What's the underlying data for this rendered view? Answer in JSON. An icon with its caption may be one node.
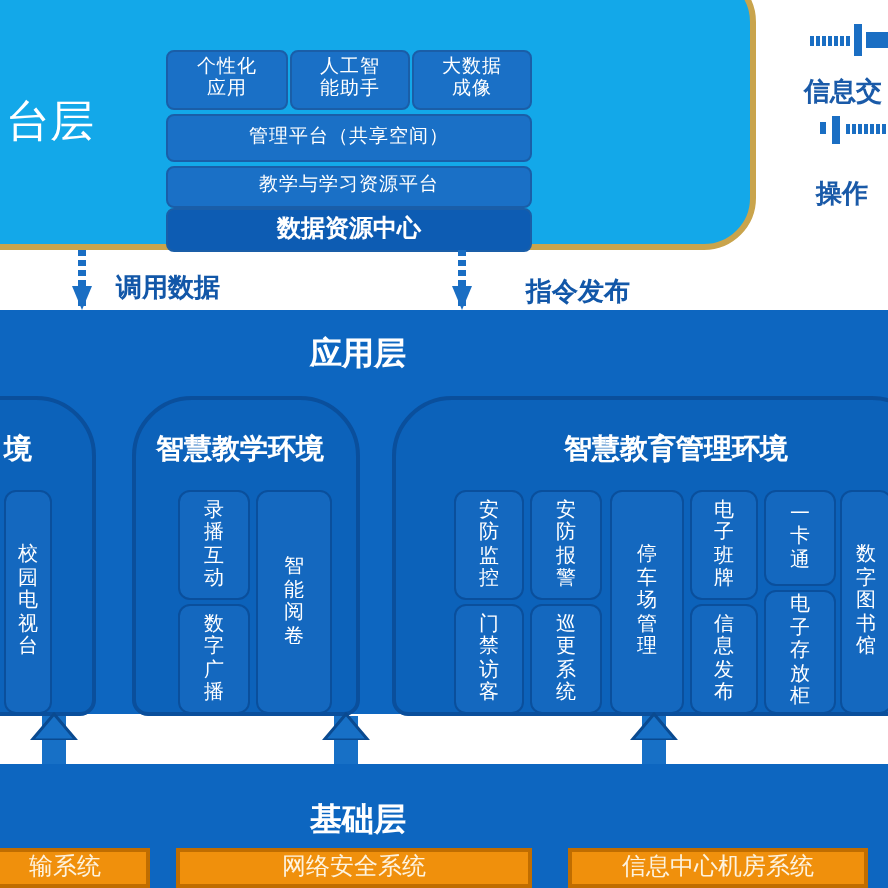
{
  "diagram": {
    "nodes": [
      {
        "text": [
          "台层"
        ]
      },
      {
        "text": [
          "个性化应用"
        ],
        "in": 0
      },
      {
        "text": [
          "人工智能助手"
        ],
        "in": 0
      },
      {
        "text": [
          "大数据成像"
        ],
        "in": 0
      },
      {
        "text": [
          "管理平台（共享空间）"
        ],
        "in": 0
      },
      {
        "text": [
          "教学与学习资源平台"
        ],
        "in": 0
      },
      {
        "text": [
          "数据资源中心"
        ],
        "in": 0
      },
      {
        "text": [
          "应用层"
        ]
      },
      {
        "text": [
          "境"
        ],
        "in": 7
      },
      {
        "text": [
          "校园电视台"
        ],
        "in": 8
      },
      {
        "text": [
          "智慧教学环境"
        ],
        "in": 7
      },
      {
        "text": [
          "录播互动"
        ],
        "in": 10
      },
      {
        "text": [
          "数字广播"
        ],
        "in": 10
      },
      {
        "text": [
          "智能阅卷"
        ],
        "in": 10
      },
      {
        "text": [
          "智慧教育管理环境"
        ],
        "in": 7
      },
      {
        "text": [
          "安防监控"
        ],
        "in": 14
      },
      {
        "text": [
          "门禁访客"
        ],
        "in": 14
      },
      {
        "text": [
          "安防报警"
        ],
        "in": 14
      },
      {
        "text": [
          "巡更系统"
        ],
        "in": 14
      },
      {
        "text": [
          "停车场管理"
        ],
        "in": 14
      },
      {
        "text": [
          "电子班牌"
        ],
        "in": 14
      },
      {
        "text": [
          "信息发布"
        ],
        "in": 14
      },
      {
        "text": [
          "一卡通"
        ],
        "in": 14
      },
      {
        "text": [
          "电子存放柜"
        ],
        "in": 14
      },
      {
        "text": [
          "数字图书馆"
        ],
        "in": 14
      },
      {
        "text": [
          "基础层"
        ]
      },
      {
        "text": [
          "输系统"
        ],
        "in": 25
      },
      {
        "text": [
          "网络安全系统"
        ],
        "in": 25
      },
      {
        "text": [
          "信息中心机房系统"
        ],
        "in": 25
      }
    ],
    "edges": [
      {
        "from": 0,
        "to": 7,
        "arrow": "to",
        "label": "调用数据",
        "style": "dashed"
      },
      {
        "from": 0,
        "to": 7,
        "arrow": "to",
        "label": "指令发布",
        "style": "dashed"
      },
      {
        "from": 25,
        "to": 8,
        "arrow": "to"
      },
      {
        "from": 25,
        "to": 10,
        "arrow": "to"
      },
      {
        "from": 25,
        "to": 14,
        "arrow": "to"
      }
    ],
    "labels": [
      "信息交",
      "操作"
    ]
  }
}
